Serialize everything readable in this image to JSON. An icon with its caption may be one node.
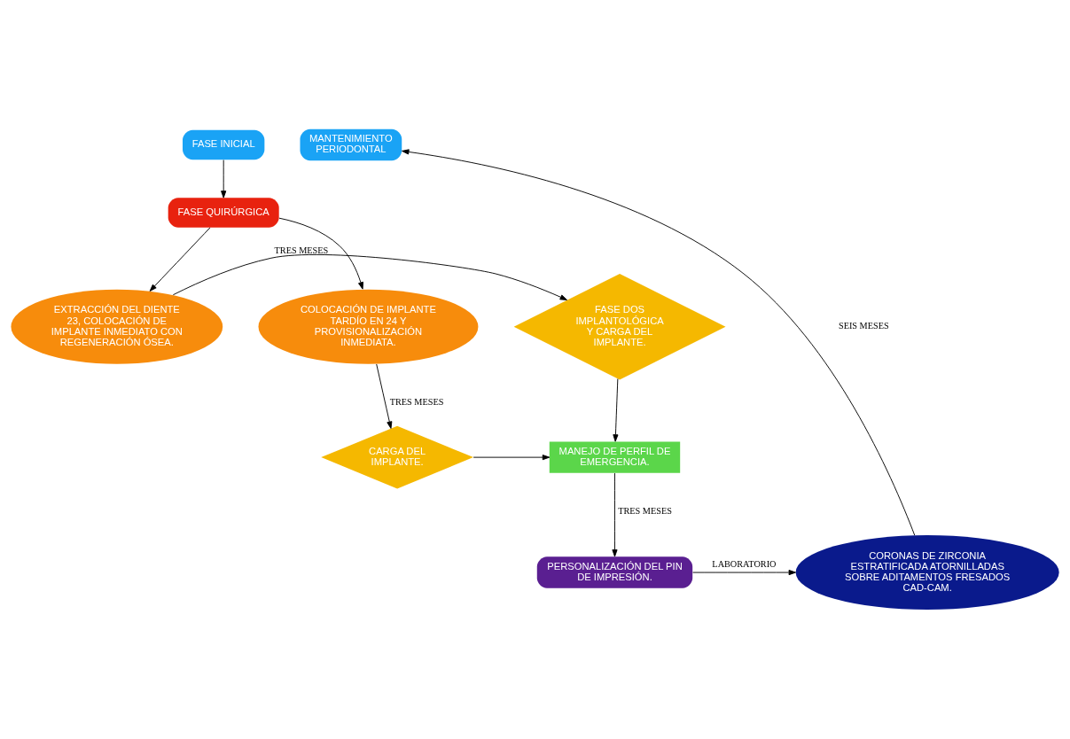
{
  "diagram": {
    "nodes": [
      {
        "text": [
          "FASE INICIAL"
        ]
      },
      {
        "text": [
          "FASE QUIRÚRGICA"
        ]
      },
      {
        "text": [
          "MANTENIMIENTO PERIODONTAL"
        ]
      },
      {
        "text": [
          "EXTRACCIÓN DEL DIENTE 23, COLOCACIÓN DE IMPLANTE INMEDIATO CON REGENERACIÓN ÓSEA."
        ]
      },
      {
        "text": [
          "FASE DOS IMPLANTOLÓGICA Y CARGA DEL IMPLANTE."
        ]
      },
      {
        "text": [
          "COLOCACIÓN DE IMPLANTE TARDÍO EN 24 Y PROVISIONALIZACIÓN INMEDIATA."
        ]
      },
      {
        "text": [
          "MANEJO DE PERFIL DE EMERGENCIA."
        ]
      },
      {
        "text": [
          "CARGA DEL IMPLANTE."
        ]
      },
      {
        "text": [
          "PERSONALIZACIÓN DEL PIN DE IMPRESIÓN."
        ]
      },
      {
        "text": [
          "CORONAS DE ZIRCONIA ESTRATIFICADA ATORNILLADAS SOBRE ADITAMENTOS FRESADOS CAD-CAM."
        ]
      }
    ],
    "edges": [
      {
        "from": 0,
        "to": 1,
        "arrow": "to"
      },
      {
        "from": 1,
        "to": 3,
        "arrow": "to"
      },
      {
        "from": 1,
        "to": 5,
        "arrow": "to"
      },
      {
        "from": 3,
        "to": 4,
        "arrow": "to",
        "label": "TRES MESES"
      },
      {
        "from": 4,
        "to": 6,
        "arrow": "to"
      },
      {
        "from": 5,
        "to": 7,
        "arrow": "to",
        "label": "TRES MESES"
      },
      {
        "from": 7,
        "to": 6,
        "arrow": "to"
      },
      {
        "from": 6,
        "to": 8,
        "arrow": "to",
        "label": "TRES MESES"
      },
      {
        "from": 8,
        "to": 9,
        "arrow": "to",
        "label": "LABORATORIO"
      },
      {
        "from": 9,
        "to": 2,
        "arrow": "to",
        "label": "SEIS MESES"
      }
    ]
  }
}
